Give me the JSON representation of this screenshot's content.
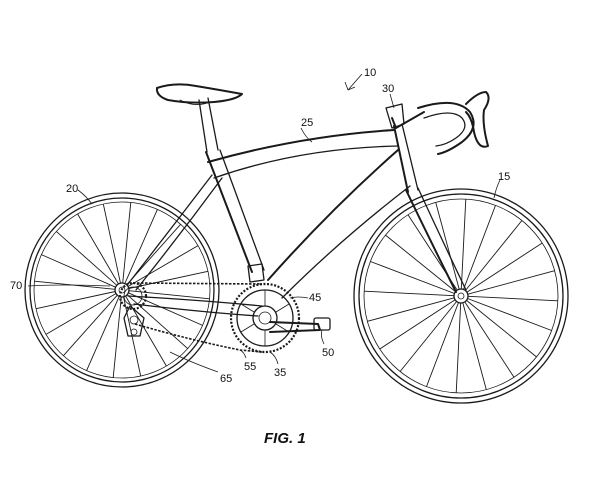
{
  "figure": {
    "caption": "FIG. 1",
    "reference_numerals": {
      "bicycle": "10",
      "front_wheel": "15",
      "rear_wheel": "20",
      "frame": "25",
      "handlebar_stem": "30",
      "crankset": "35",
      "chainring": "45",
      "pedal": "50",
      "chain": "55",
      "rear_derailleur": "65",
      "cassette": "70"
    }
  }
}
